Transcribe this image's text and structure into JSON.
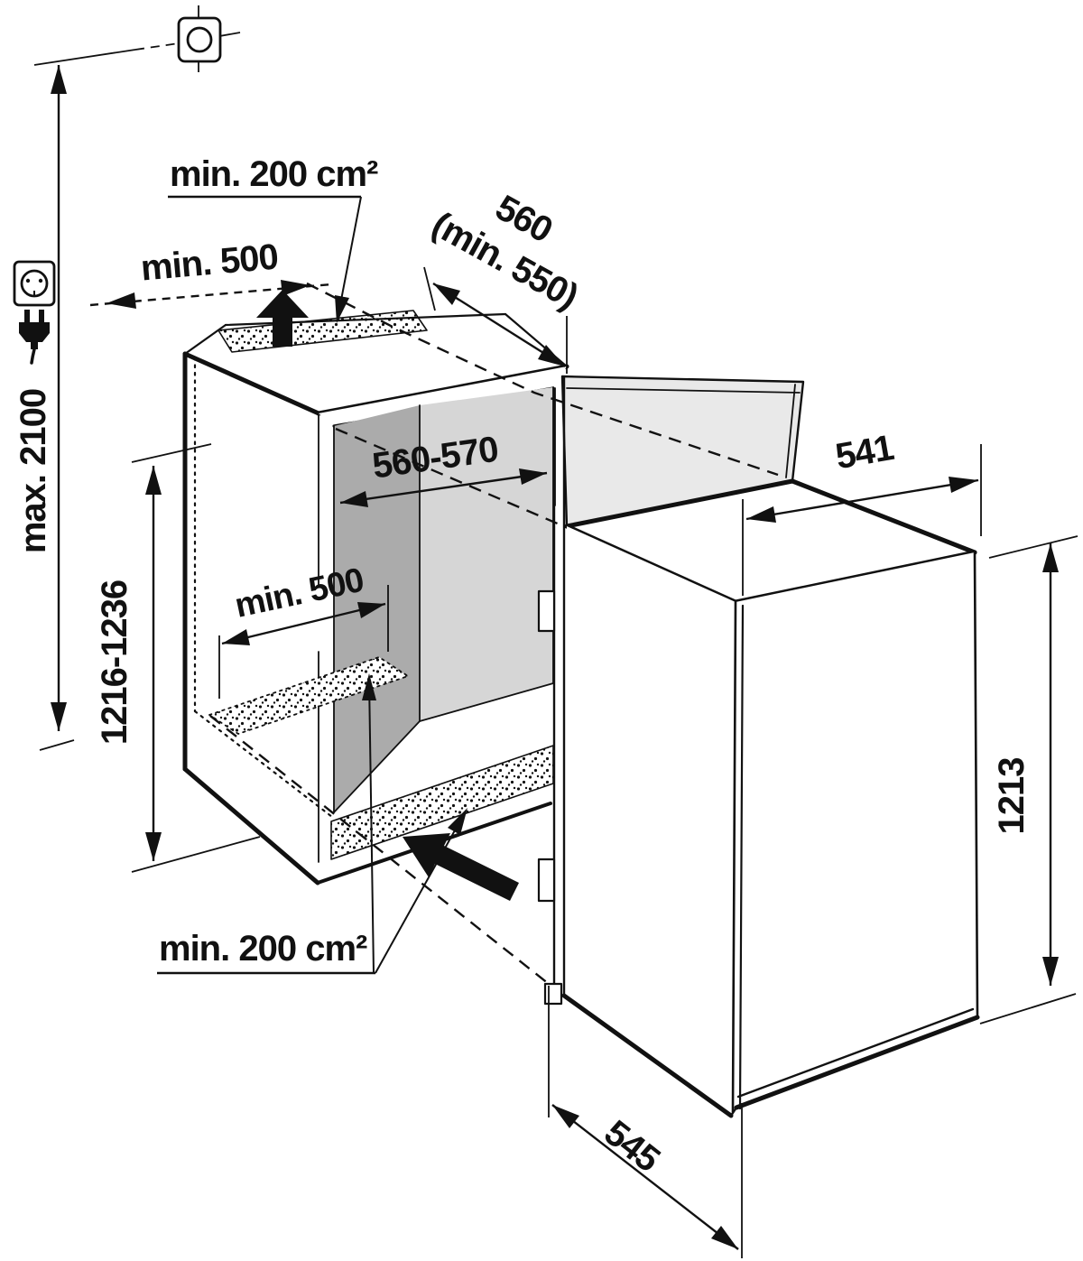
{
  "diagram": {
    "type": "installation-dimension-drawing",
    "subject": "built-in refrigerator niche with appliance",
    "labels": {
      "vent_top_area": "min. 200 cm²",
      "clearance_top": "min. 500",
      "niche_depth": "560",
      "niche_depth_min": "(min. 550)",
      "cabinet_height_max": "max. 2100",
      "niche_width": "560-570",
      "vent_floor_width": "min. 500",
      "niche_height": "1216-1236",
      "vent_bottom_area": "min. 200 cm²",
      "appliance_depth": "541",
      "appliance_height": "1213",
      "appliance_depth_with_door": "545"
    },
    "colors": {
      "line": "#111111",
      "inner_side_wall": "#ababab",
      "inner_back_wall": "#d6d6d6",
      "door_panel": "#e9e9e9",
      "background": "#ffffff"
    },
    "icons": [
      "power-socket-icon",
      "power-plug-icon",
      "ceiling-junction-box-icon",
      "airflow-up-arrow",
      "airflow-in-arrow"
    ]
  }
}
